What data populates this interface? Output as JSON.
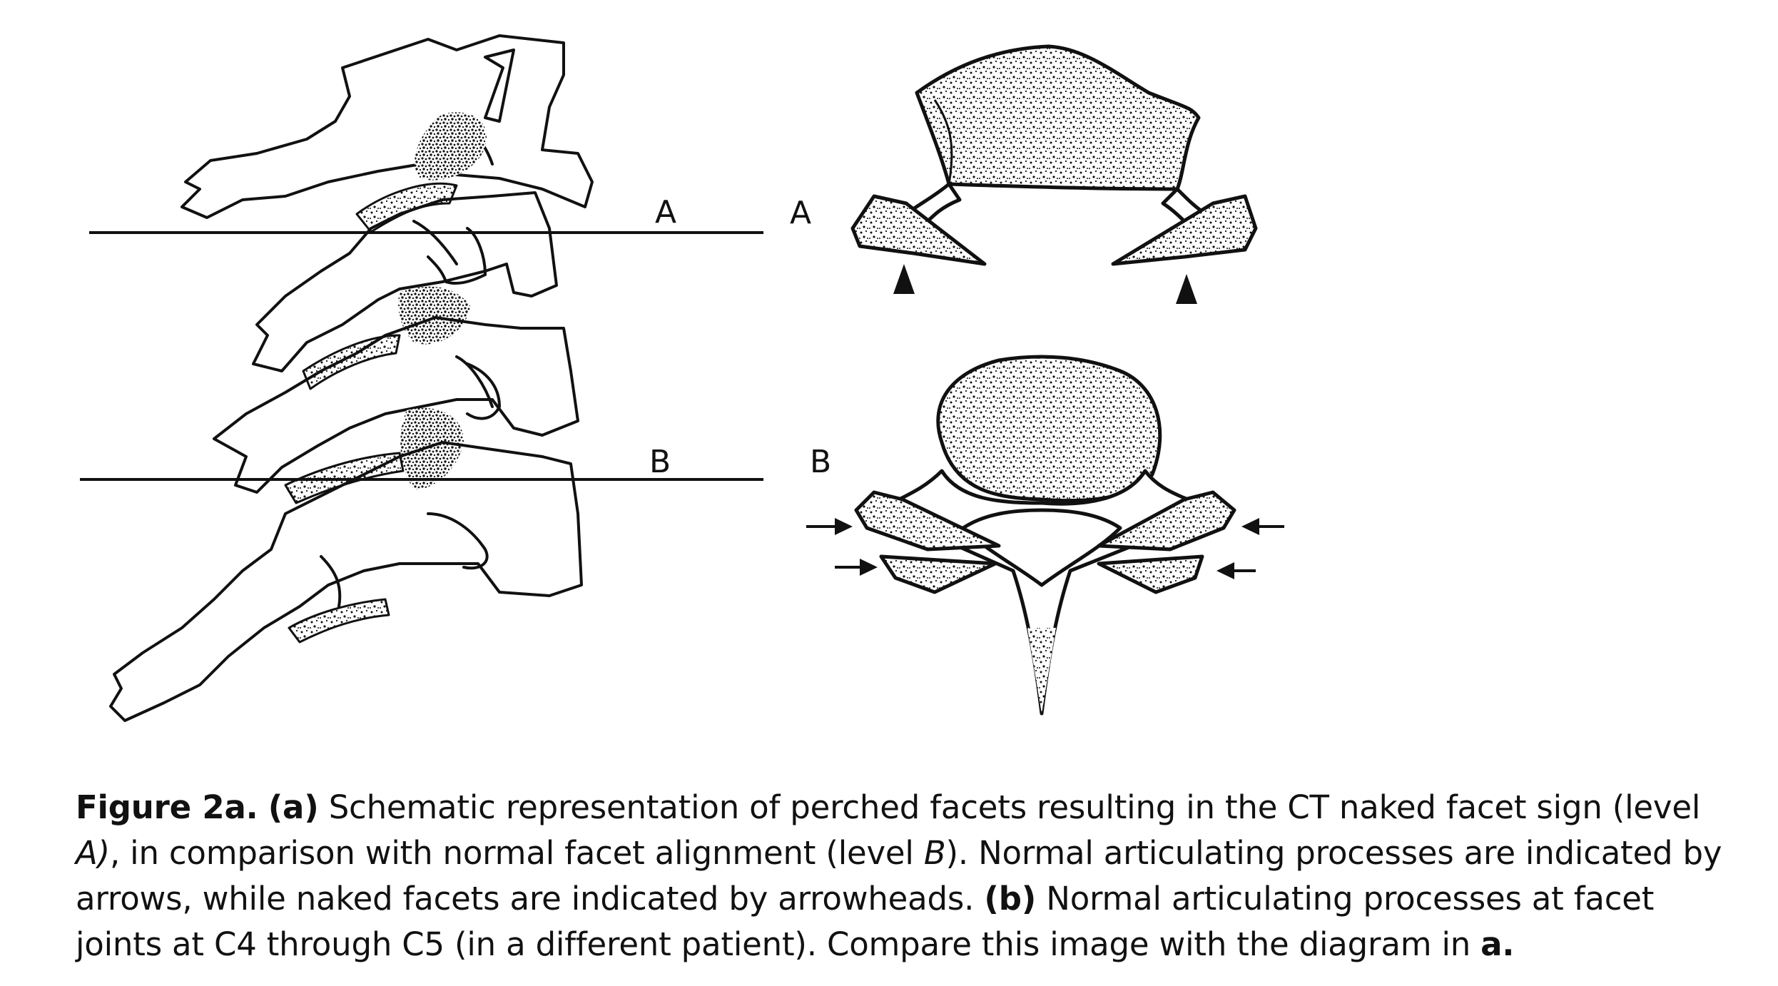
{
  "figure": {
    "labels": {
      "line_a": "A",
      "line_b": "B",
      "axial_a": "A",
      "axial_b": "B"
    },
    "colors": {
      "ink": "#111111",
      "bone_fill": "#ffffff"
    }
  },
  "caption": {
    "figure_label": "Figure 2a.",
    "part_a_label": "(a)",
    "text_1": " Schematic representation of perched facets resulting in the CT naked facet sign (level ",
    "level_a": "A)",
    "text_2": ", in comparison with normal facet alignment (level ",
    "level_b": "B",
    "text_3": "). Normal articulating processes are indicated by arrows, while naked facets are indicated by arrowheads. ",
    "part_b_label": "(b)",
    "text_4": " Normal articulating processes at facet joints at C4 through C5 (in a different patient). Compare this image with the diagram in ",
    "ref_a": "a."
  }
}
